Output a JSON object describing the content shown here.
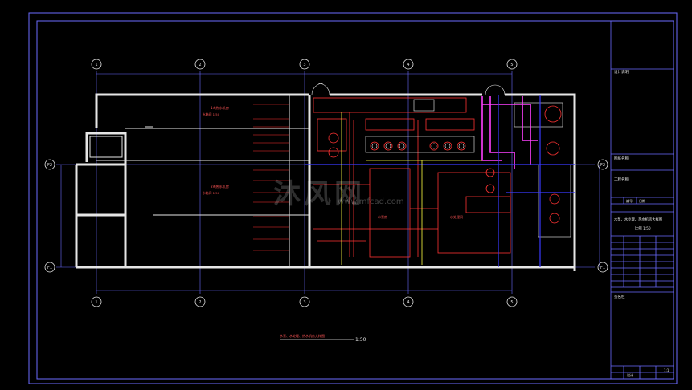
{
  "drawing": {
    "title_block": {
      "top_label": "设计说明",
      "design_label": "图纸名称",
      "project_label": "工程名称",
      "row_code": "编号",
      "row_date": "日期",
      "drawing_title": "水泵、水处理、热水机房大样图",
      "scale_note": "比例 1:50",
      "sign_label": "签名栏",
      "footer_left": "设计",
      "footer_right": "1:1"
    },
    "caption": {
      "title": "水泵、水处理、热水机房大样图",
      "scale": "1:50"
    },
    "grid_axes": {
      "left": [
        "F2",
        "F1"
      ],
      "right": [
        "F2",
        "F1"
      ]
    },
    "rooms": {
      "upper_label": "1#热水机房",
      "upper_sub": "水箱间 1:50",
      "lower_label": "2#热水机房",
      "lower_sub": "水箱间 1:50",
      "pump_label": "水泵房",
      "treat_label": "水处理间"
    },
    "watermark": "沐风网",
    "watermark_url": "www.mfcad.com"
  }
}
